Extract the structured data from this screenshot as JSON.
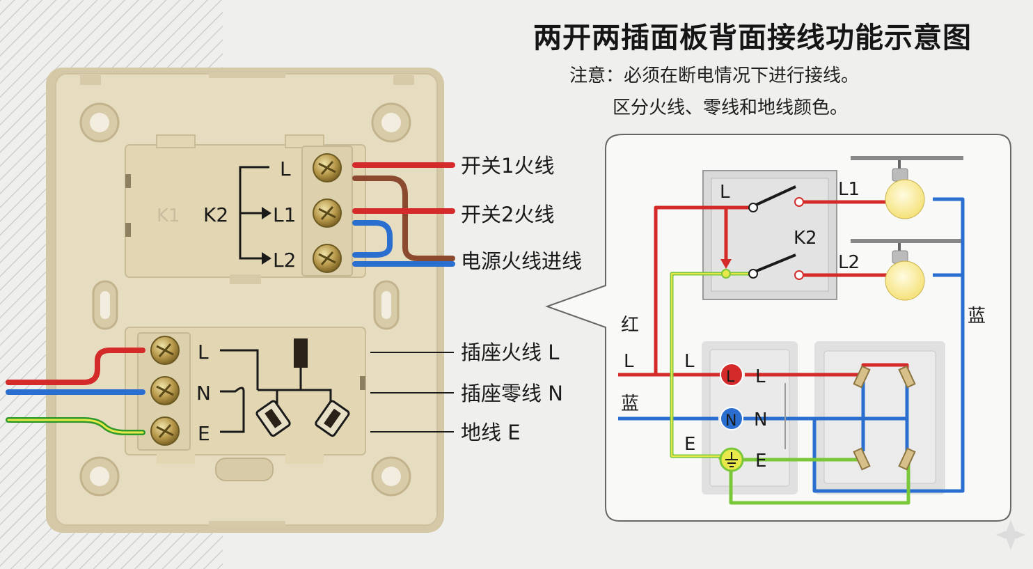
{
  "title": "两开两插面板背面接线功能示意图",
  "notes": [
    "注意：必须在断电情况下进行接线。",
    "区分火线、零线和地线颜色。"
  ],
  "panel": {
    "module_label": "K1",
    "switch_terminals": [
      "L",
      "L1",
      "L2"
    ],
    "switch_name": "K2",
    "socket_terminals": [
      "L",
      "N",
      "E"
    ]
  },
  "callouts": [
    "开关1火线",
    "开关2火线",
    "电源火线进线",
    "插座火线 L",
    "插座零线 N",
    "地线 E"
  ],
  "schematic": {
    "switch_in": "L",
    "switch_name": "K2",
    "outputs": [
      "L1",
      "L2"
    ],
    "wire_red_label": "红",
    "wire_red_letter": "L",
    "wire_blue_label": "蓝",
    "earth_letter": "E",
    "socket_l_inner": "L",
    "socket_terminals": [
      "L",
      "N",
      "E"
    ],
    "return_label": "蓝"
  },
  "colors": {
    "live": "#d42a2a",
    "neutral": "#2a6fd0",
    "earth_green": "#2f9a2a",
    "earth_yellow": "#e8e84a",
    "supply_brown": "#8b4a30",
    "panel": "#e6dcc0"
  }
}
